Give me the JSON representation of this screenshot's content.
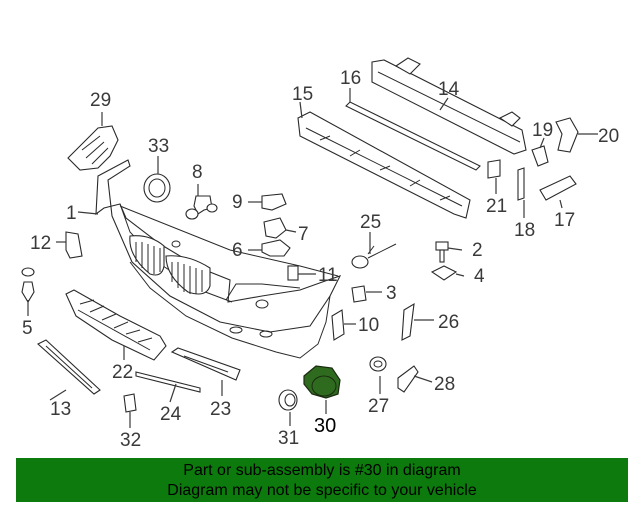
{
  "callouts": {
    "n1": "1",
    "n2": "2",
    "n3": "3",
    "n4": "4",
    "n5": "5",
    "n6": "6",
    "n7": "7",
    "n8": "8",
    "n9": "9",
    "n10": "10",
    "n11": "11",
    "n12": "12",
    "n13": "13",
    "n14": "14",
    "n15": "15",
    "n16": "16",
    "n17": "17",
    "n18": "18",
    "n19": "19",
    "n20": "20",
    "n21": "21",
    "n22": "22",
    "n23": "23",
    "n24": "24",
    "n25": "25",
    "n26": "26",
    "n27": "27",
    "n28": "28",
    "n29": "29",
    "n30": "30",
    "n31": "31",
    "n32": "32",
    "n33": "33"
  },
  "highlighted_part": "30",
  "colors": {
    "highlight_part": "#2f6b1f",
    "banner_bg": "#0c7a0c"
  },
  "banner": {
    "line1": "Part or sub-assembly is #30 in diagram",
    "line2": "Diagram may not be specific to your vehicle"
  }
}
